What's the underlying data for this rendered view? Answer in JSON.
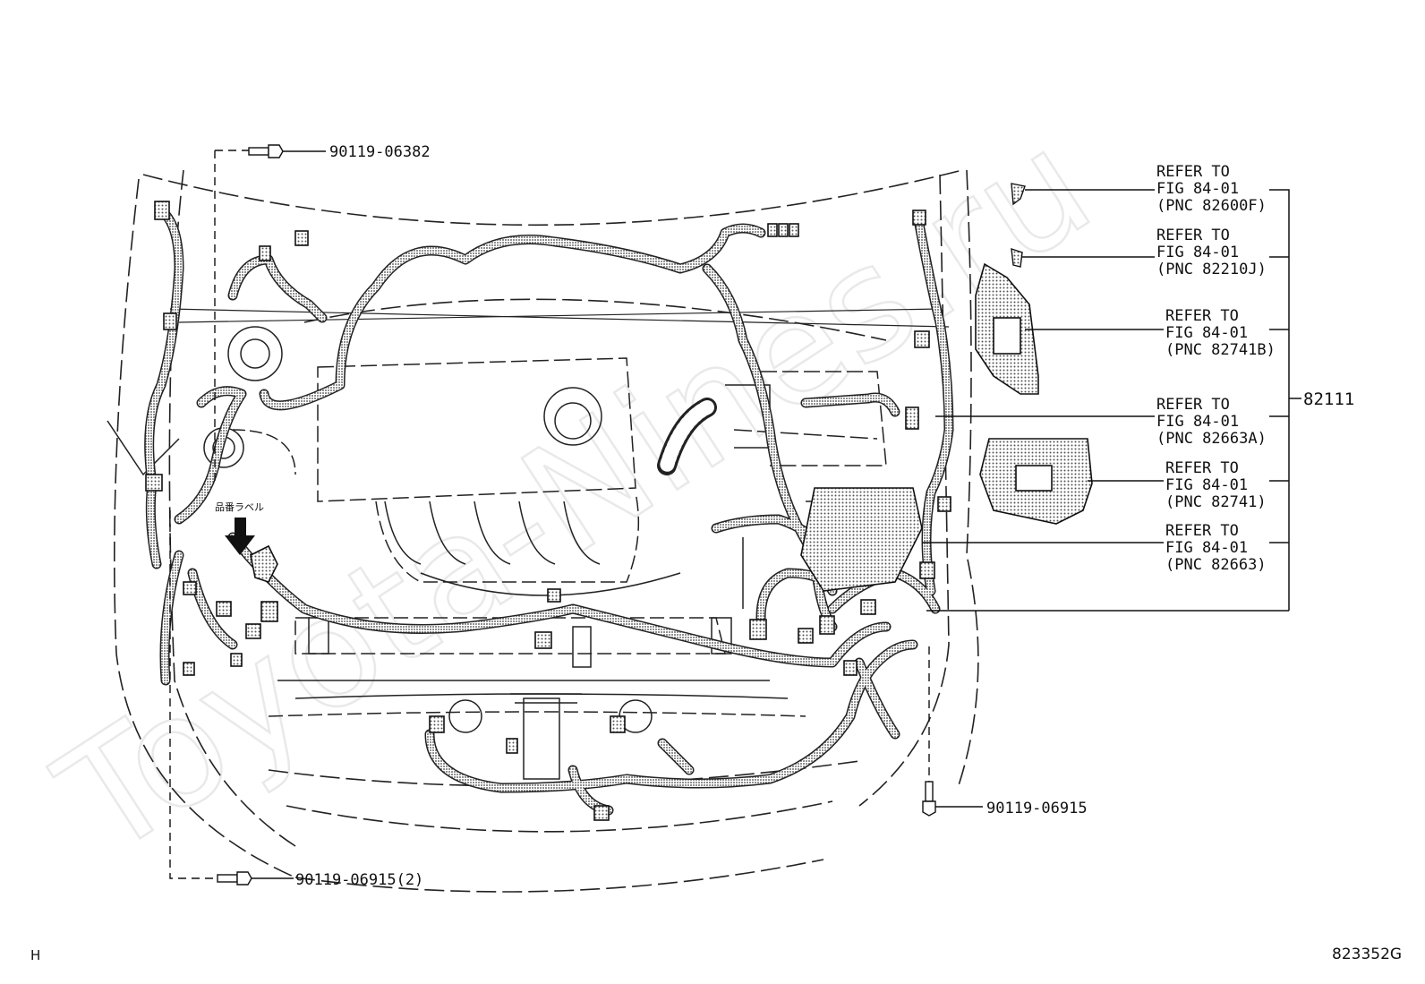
{
  "diagram": {
    "watermark": "Toyota-Nines.ru",
    "jp_label": "品番ラベル",
    "callouts": {
      "bolt_top": "90119-06382",
      "bolt_bottom_left": "90119-06915(2)",
      "bolt_bottom_right": "90119-06915",
      "assembly": "82111"
    },
    "refer_blocks": [
      {
        "line1": "REFER TO",
        "line2": "FIG 84-01",
        "line3": "(PNC 82600F)"
      },
      {
        "line1": "REFER TO",
        "line2": "FIG 84-01",
        "line3": "(PNC 82210J)"
      },
      {
        "line1": "REFER TO",
        "line2": "FIG 84-01",
        "line3": "(PNC 82741B)"
      },
      {
        "line1": "REFER TO",
        "line2": "FIG 84-01",
        "line3": "(PNC 82663A)"
      },
      {
        "line1": "REFER TO",
        "line2": "FIG 84-01",
        "line3": "(PNC 82741)"
      },
      {
        "line1": "REFER TO",
        "line2": "FIG 84-01",
        "line3": "(PNC 82663)"
      }
    ],
    "footer": {
      "left_code": "H",
      "figure_number": "823352G"
    }
  }
}
